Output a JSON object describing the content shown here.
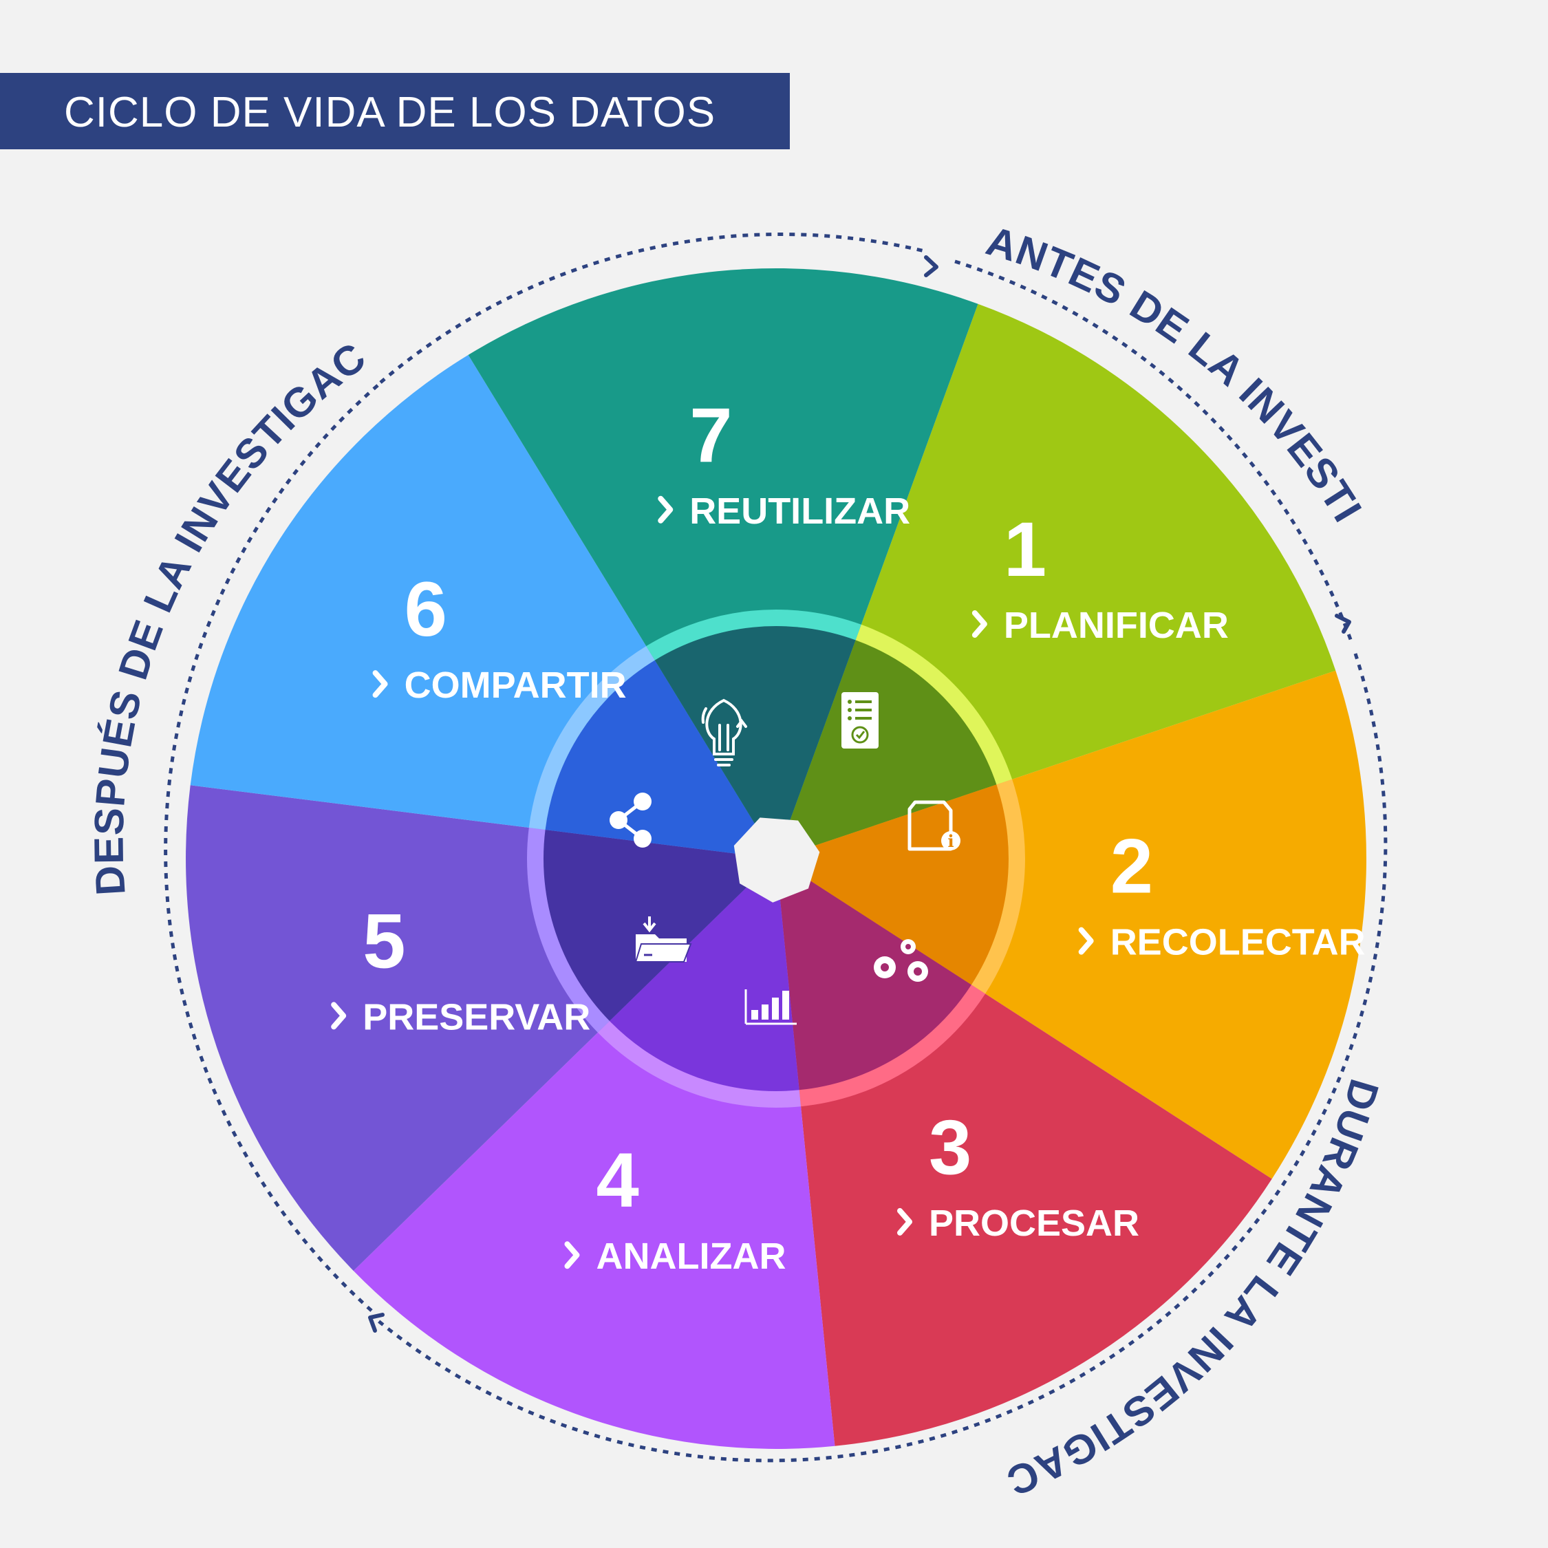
{
  "title": "CICLO DE VIDA DE LOS DATOS",
  "phases": {
    "before": "ANTES DE LA INVESTIGACIÓN",
    "during": "DURANTE LA INVESTIGACIÓN",
    "after": "DESPUÉS DE LA INVESTIGACIÓN"
  },
  "stages": [
    {
      "number": "1",
      "label": "PLANIFICAR",
      "color": "#9fc814",
      "inner_color": "#5f9017",
      "icon": "checklist-document-icon"
    },
    {
      "number": "2",
      "label": "RECOLECTAR",
      "color": "#f6ab00",
      "inner_color": "#e58600",
      "icon": "document-info-icon"
    },
    {
      "number": "3",
      "label": "PROCESAR",
      "color": "#d93a55",
      "inner_color": "#a52a6e",
      "icon": "gears-icon"
    },
    {
      "number": "4",
      "label": "ANALIZAR",
      "color": "#b155fd",
      "inner_color": "#7a36dc",
      "icon": "bar-chart-icon"
    },
    {
      "number": "5",
      "label": "PRESERVAR",
      "color": "#7355d5",
      "inner_color": "#4533a3",
      "icon": "folder-download-icon"
    },
    {
      "number": "6",
      "label": "COMPARTIR",
      "color": "#4aaafd",
      "inner_color": "#2b61dc",
      "icon": "share-icon"
    },
    {
      "number": "7",
      "label": "REUTILIZAR",
      "color": "#189a89",
      "inner_color": "#19656e",
      "icon": "lightbulb-icon"
    }
  ],
  "colors": {
    "title_bar": "#2d4280",
    "phase_text": "#2d4280",
    "background": "#f2f2f2"
  }
}
